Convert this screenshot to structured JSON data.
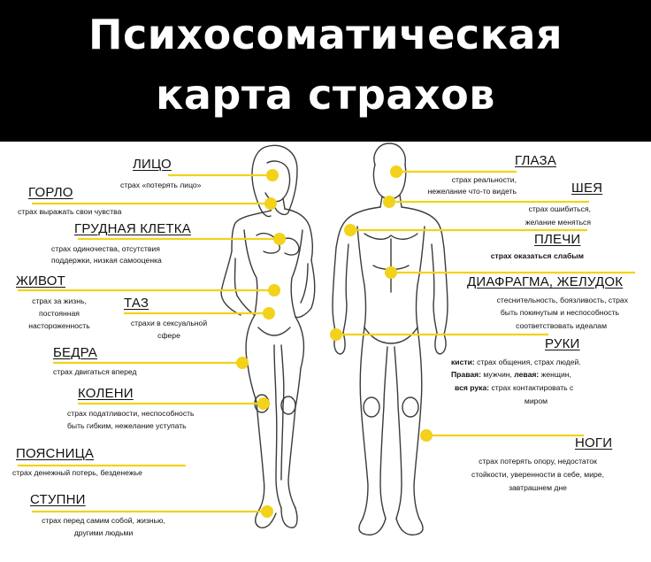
{
  "title": {
    "line1": "Психосоматическая",
    "line2": "карта страхов"
  },
  "colors": {
    "header_bg": "#000000",
    "title_text": "#ffffff",
    "marker": "#f2d21a",
    "line": "#f2d21a",
    "outline": "#3a3a3a"
  },
  "left_labels": {
    "face": {
      "name": "ЛИЦО",
      "desc": "страх «потерять лицо»"
    },
    "throat": {
      "name": "ГОРЛО",
      "desc": "страх выражать свои чувства"
    },
    "chest": {
      "name": "ГРУДНАЯ КЛЕТКА",
      "desc1": "страх одиночества, отсутствия",
      "desc2": "поддержки, низкая самооценка"
    },
    "belly": {
      "name": "ЖИВОТ",
      "desc1": "страх за жизнь,",
      "desc2": "постоянная",
      "desc3": "настороженность"
    },
    "pelvis": {
      "name": "ТАЗ",
      "desc1": "страхи в сексуальной",
      "desc2": "сфере"
    },
    "hips": {
      "name": "БЕДРА",
      "desc": "страх двигаться вперед"
    },
    "knees": {
      "name": "КОЛЕНИ",
      "desc1": "страх податливости, неспособность",
      "desc2": "быть гибким, нежелание уступать"
    },
    "lowerback": {
      "name": "ПОЯСНИЦА",
      "desc": "страх денежный потерь, безденежье"
    },
    "feet": {
      "name": "СТУПНИ",
      "desc1": "страх перед самим собой, жизнью,",
      "desc2": "другими людьми"
    }
  },
  "right_labels": {
    "eyes": {
      "name": "ГЛАЗА",
      "desc1": "страх реальности,",
      "desc2": "нежелание что-то видеть"
    },
    "neck": {
      "name": "ШЕЯ",
      "desc1": "страх ошибиться,",
      "desc2": "желание меняться"
    },
    "shoulders": {
      "name": "ПЛЕЧИ",
      "desc": "страх оказаться слабым"
    },
    "stomach": {
      "name": "ДИАФРАГМА, ЖЕЛУДОК",
      "desc1": "стеснительность, боязливость, страх",
      "desc2": "быть покинутым и неспособность",
      "desc3": "соответствовать идеалам"
    },
    "arms": {
      "name": "РУКИ",
      "wrists_label": "кисти:",
      "wrists_desc": "страх общения, страх людей.",
      "right_label": "Правая:",
      "right_desc": "мужчин,",
      "left_label": "левая:",
      "left_desc": "женщин,",
      "whole_label": "вся рука:",
      "whole_desc1": "страх контактировать с",
      "whole_desc2": "миром"
    },
    "legs": {
      "name": "НОГИ",
      "desc1": "страх потерять опору, недостаток",
      "desc2": "стойкости, уверенности в себе, мире,",
      "desc3": "завтрашнем дне"
    }
  },
  "icons": {
    "female_figure": "female-body-outline",
    "male_figure": "male-body-outline",
    "marker": "yellow-dot"
  }
}
